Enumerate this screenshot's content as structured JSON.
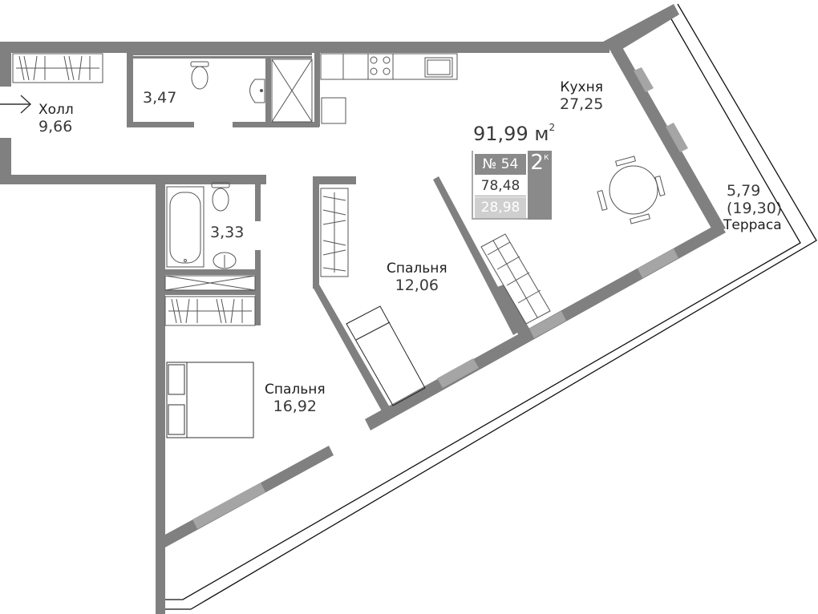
{
  "plan": {
    "total_area": "91,99",
    "total_unit": "м",
    "total_unit_sup": "2",
    "apartment_number": "№ 54",
    "rooms_count": "2",
    "rooms_suffix": "к",
    "living_area": "78,48",
    "kitchen_living_area": "28,98"
  },
  "rooms": {
    "hall": {
      "name": "Холл",
      "area": "9,66"
    },
    "wc": {
      "name": "",
      "area": "3,47"
    },
    "bathroom": {
      "name": "",
      "area": "3,33"
    },
    "kitchen": {
      "name": "Кухня",
      "area": "27,25"
    },
    "bedroom_small": {
      "name": "Спальня",
      "area": "12,06"
    },
    "bedroom_large": {
      "name": "Спальня",
      "area": "16,92"
    },
    "terrace": {
      "name": "Терраса",
      "area": "5,79",
      "full_area": "(19,30)"
    }
  },
  "colors": {
    "wall": "#808080",
    "window": "#9a9a9a",
    "furniture": "#555555",
    "background": "#ffffff"
  },
  "icons": [
    "entrance-arrow-icon",
    "toilet-icon",
    "sink-icon",
    "shower-icon",
    "bathtub-icon",
    "stove-icon",
    "kitchen-sink-icon",
    "dining-table-icon",
    "bed-icon",
    "double-bed-icon",
    "wardrobe-icon"
  ]
}
